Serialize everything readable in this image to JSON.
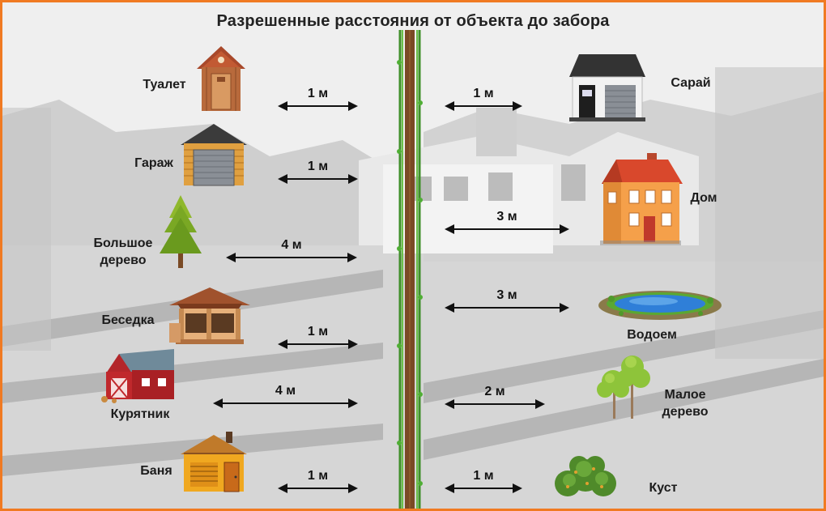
{
  "title": "Разрешенные расстояния от объекта до забора",
  "left": [
    {
      "label": "Туалет",
      "distance": "1 м"
    },
    {
      "label": "Гараж",
      "distance": "1 м"
    },
    {
      "label": "Большое дерево",
      "distance": "4 м"
    },
    {
      "label": "Беседка",
      "distance": "1 м"
    },
    {
      "label": "Курятник",
      "distance": "4 м"
    },
    {
      "label": "Баня",
      "distance": "1 м"
    }
  ],
  "right": [
    {
      "label": "Сарай",
      "distance": "1 м"
    },
    {
      "label": "Дом",
      "distance": "3 м"
    },
    {
      "label": "Водоем",
      "distance": "3 м"
    },
    {
      "label": "Малое дерево",
      "distance": "2 м"
    },
    {
      "label": "Куст",
      "distance": "1 м"
    }
  ],
  "icons": [
    "toilet-icon",
    "garage-icon",
    "big-tree-icon",
    "gazebo-icon",
    "chicken-coop-icon",
    "bathhouse-icon",
    "shed-icon",
    "house-icon",
    "pond-icon",
    "small-tree-icon",
    "bush-icon",
    "fence-icon"
  ]
}
